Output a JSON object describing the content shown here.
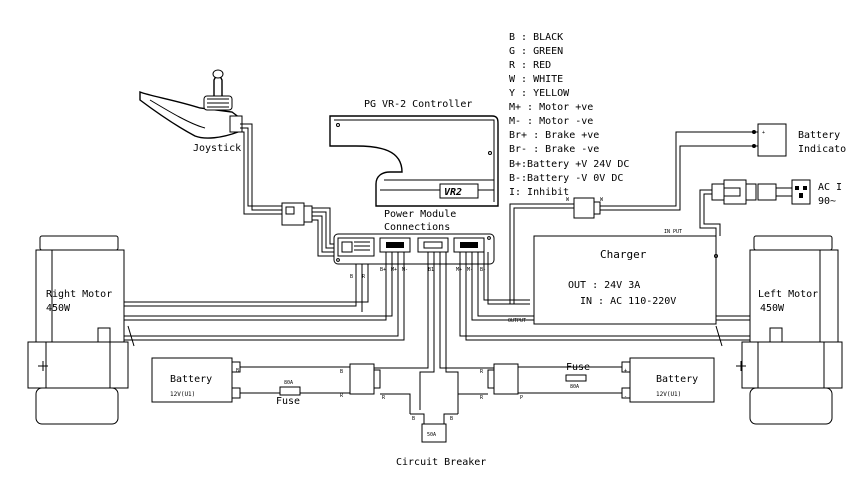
{
  "legend": [
    "B : BLACK",
    "G : GREEN",
    "R : RED",
    "W : WHITE",
    "Y : YELLOW",
    "M+ : Motor +ve",
    "M- : Motor -ve",
    "Br+ : Brake +ve",
    "Br- : Brake -ve",
    "B+:Battery +V 24V DC",
    "B-:Battery -V  0V DC",
    "I: Inhibit"
  ],
  "controller": {
    "title": "PG VR-2 Controller",
    "badge": "VR2"
  },
  "joystick": {
    "label": "Joystick"
  },
  "power_module": {
    "line1": "Power Module",
    "line2": "Connections"
  },
  "battery_indicator": {
    "line1": "Battery",
    "line2": "Indicato"
  },
  "ac_input": {
    "line1": "AC I",
    "line2": "90~"
  },
  "charger": {
    "title": "Charger",
    "out": "OUT : 24V 3A",
    "in": "IN : AC 110-220V",
    "input_tag": "IN PUT",
    "output_tag": "OUTPUT"
  },
  "right_motor": {
    "line1": "Right  Motor",
    "line2": "450W"
  },
  "left_motor": {
    "line1": "Left Motor",
    "line2": "450W"
  },
  "battery_left": {
    "line1": "Battery",
    "line2": "12V(U1)"
  },
  "battery_right": {
    "line1": "Battery",
    "line2": "12V(U1)"
  },
  "fuse_left": {
    "label": "Fuse",
    "rating": "80A"
  },
  "fuse_right": {
    "label": "Fuse",
    "rating": "80A"
  },
  "breaker": {
    "label": "Circuit Breaker",
    "rating": "50A"
  },
  "pin_labels": {
    "b": "B",
    "r": "R",
    "w": "W",
    "p": "P",
    "plus": "+",
    "minus": "-",
    "bplus": "B+",
    "bminus": "B-",
    "mplus": "M+",
    "mminus": "M-",
    "br": "B1",
    "bt": "BT"
  }
}
